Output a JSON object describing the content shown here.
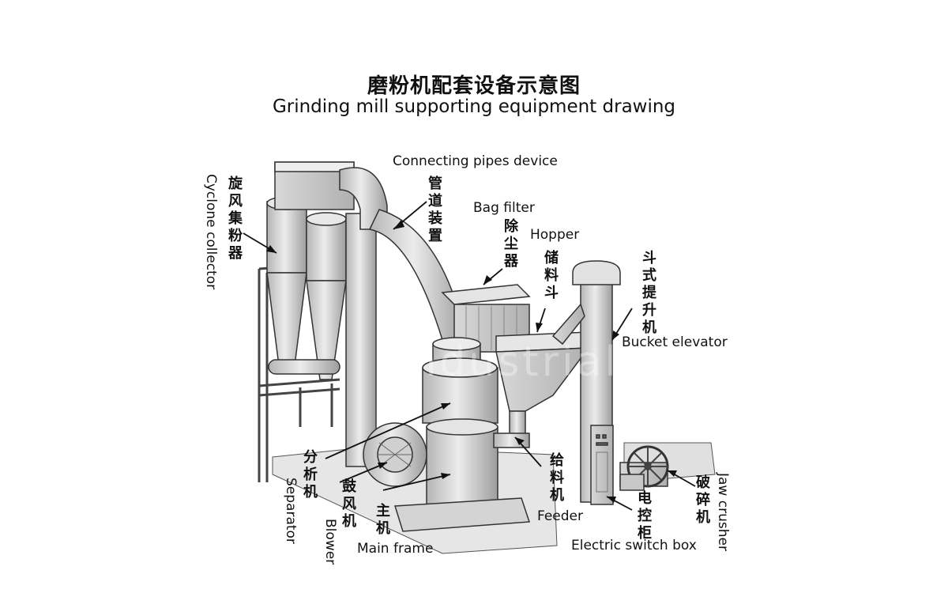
{
  "title": {
    "zh": "磨粉机配套设备示意图",
    "en": "Grinding mill supporting equipment drawing"
  },
  "labels": {
    "connecting_pipes": {
      "zh": "管道装置",
      "en": "Connecting pipes device"
    },
    "cyclone": {
      "zh": "旋风集粉器",
      "en": "Cyclone collector"
    },
    "bag_filter": {
      "zh": "除尘器",
      "en": "Bag filter"
    },
    "hopper": {
      "zh": "储料斗",
      "en": "Hopper"
    },
    "bucket_elevator": {
      "zh": "斗式提升机",
      "en": "Bucket elevator"
    },
    "separator": {
      "zh": "分析机",
      "en": "Separator"
    },
    "blower": {
      "zh": "鼓风机",
      "en": "Blower"
    },
    "main_frame": {
      "zh": "主机",
      "en": "Main frame"
    },
    "feeder": {
      "zh": "给料机",
      "en": "Feeder"
    },
    "electric_box": {
      "zh": "电控柜",
      "en": "Electric switch box"
    },
    "jaw_crusher": {
      "zh": "破碎机",
      "en": "Jaw crusher"
    }
  },
  "watermark": "Industrial Machinery",
  "colors": {
    "metal": "#cfcfcf",
    "metal_dark": "#9a9a9a",
    "line": "#222222"
  }
}
